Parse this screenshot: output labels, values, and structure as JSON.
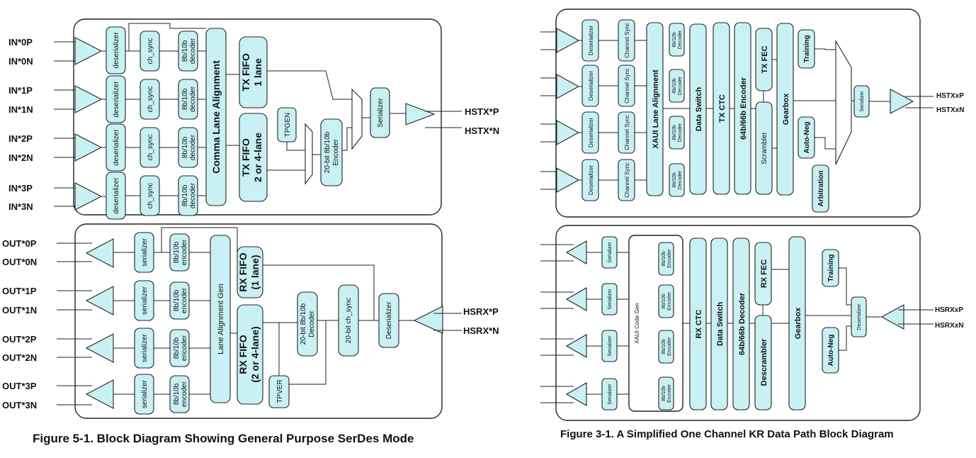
{
  "left": {
    "tx_inputs": [
      {
        "p": "IN*0P",
        "n": "IN*0N"
      },
      {
        "p": "IN*1P",
        "n": "IN*1N"
      },
      {
        "p": "IN*2P",
        "n": "IN*2N"
      },
      {
        "p": "IN*3P",
        "n": "IN*3N"
      }
    ],
    "deserializer": "deserializer",
    "ch_sync": "ch_sync",
    "decoder": [
      "8b/10b",
      "decoder"
    ],
    "comma_lane": "Comma Lane Alignment",
    "tx_fifo_1": [
      "TX FIFO",
      "1 lane"
    ],
    "tx_fifo_4": [
      "TX FIFO",
      "2 or 4-lane"
    ],
    "tpgen": "TPGEN",
    "enc20": [
      "20-bit 8b/10b",
      "Encoder"
    ],
    "serializer_main": "Serializer",
    "hstx": {
      "p": "HSTX*P",
      "n": "HSTX*N"
    },
    "rx_outputs": [
      {
        "p": "OUT*0P",
        "n": "OUT*0N"
      },
      {
        "p": "OUT*1P",
        "n": "OUT*1N"
      },
      {
        "p": "OUT*2P",
        "n": "OUT*2N"
      },
      {
        "p": "OUT*3P",
        "n": "OUT*3N"
      }
    ],
    "serializer": "serializer",
    "encoder": [
      "8b/10b",
      "encoder"
    ],
    "lane_gen": "Lane Alignment Gen",
    "rx_fifo_1": [
      "RX FIFO",
      "(1 lane)"
    ],
    "rx_fifo_4": [
      "RX FIFO",
      "(2 or 4-lane)"
    ],
    "tpver": "TPVER",
    "dec20": [
      "20-bit 8b/10b",
      "Decoder"
    ],
    "chsync20": "20-bit ch_sync",
    "deserializer_main": "Deserializer",
    "hsrx": {
      "p": "HSRX*P",
      "n": "HSRX*N"
    },
    "caption": "Figure 5-1. Block Diagram Showing General Purpose SerDes Mode"
  },
  "right": {
    "deserializer": "Deserializer",
    "channel_sync": "Channel Sync",
    "decoder": [
      "8b/10b",
      "Decoder"
    ],
    "xaui_align": "XAUI Lane Alignment",
    "data_switch": "Data Switch",
    "tx_ctc": "TX CTC",
    "enc64": "64b/66b Encoder",
    "tx_fec": "TX FEC",
    "scrambler": "Scrambler",
    "gearbox": "Gearbox",
    "training": "Training",
    "auto_neg": "Auto-Neg",
    "arbitration": "Arbitration",
    "serializer_main": "Serializer",
    "hstx": {
      "p": "HSTXxP",
      "n": "HSTXxN"
    },
    "serializer": "Serializer",
    "xaui_gen": "XAUI Code Gen",
    "encoder": [
      "8b/10b",
      "Encoder"
    ],
    "rx_ctc": "RX CTC",
    "dec64": "64b/66b Decoder",
    "rx_fec": "RX FEC",
    "descrambler": "Descrambler",
    "deserializer_main": "Deserializer",
    "hsrx": {
      "p": "HSRXxP",
      "n": "HSRXxN"
    },
    "caption": "Figure 3-1. A Simplified One Channel KR Data Path Block Diagram"
  }
}
